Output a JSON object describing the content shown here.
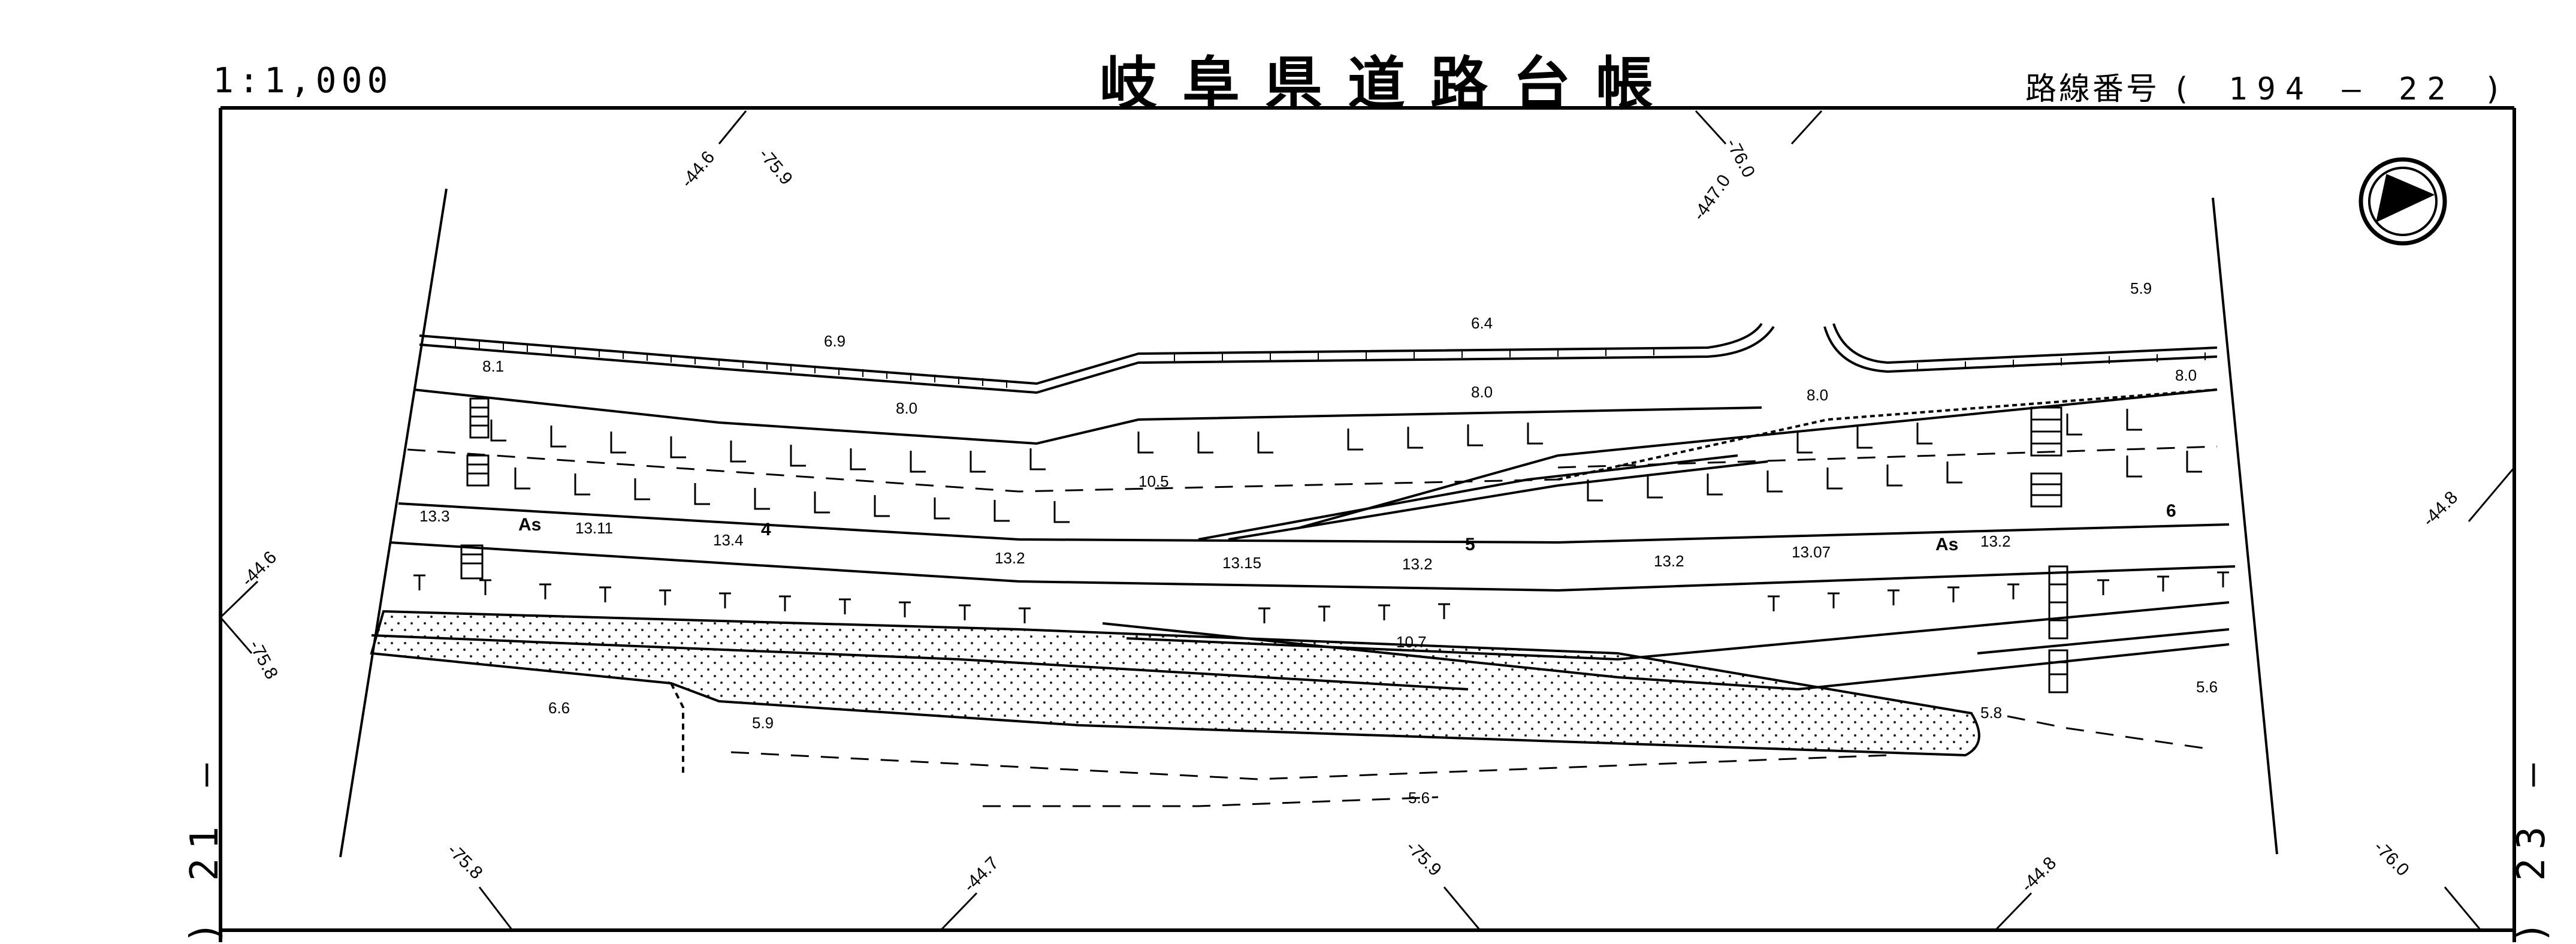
{
  "header": {
    "scale": "1:1,000",
    "title": "岐阜県道路台帳",
    "route_label": "路線番号",
    "route_number": "( 194 — 22 )"
  },
  "edges": {
    "left_sheet": ") 21 —",
    "right_sheet": ") 23 —"
  },
  "grid_coords": [
    {
      "id": "top-1a",
      "text": "-44.6"
    },
    {
      "id": "top-1b",
      "text": "-75.9"
    },
    {
      "id": "top-2a",
      "text": "-76.0"
    },
    {
      "id": "top-2b",
      "text": "-447.0"
    },
    {
      "id": "left-a",
      "text": "-44.6"
    },
    {
      "id": "left-b",
      "text": "-75.8"
    },
    {
      "id": "right-a",
      "text": "-44.8"
    },
    {
      "id": "bot-1",
      "text": "-75.8"
    },
    {
      "id": "bot-2",
      "text": "-44.7"
    },
    {
      "id": "bot-3",
      "text": "-75.9"
    },
    {
      "id": "bot-4",
      "text": "-44.8"
    },
    {
      "id": "bot-5",
      "text": "-76.0"
    }
  ],
  "elevations": [
    {
      "id": "e1",
      "text": "8.1"
    },
    {
      "id": "e2",
      "text": "6.9"
    },
    {
      "id": "e3",
      "text": "6.4"
    },
    {
      "id": "e4",
      "text": "5.9"
    },
    {
      "id": "e5",
      "text": "8.0"
    },
    {
      "id": "e6",
      "text": "8.0"
    },
    {
      "id": "e7",
      "text": "8.0"
    },
    {
      "id": "e8",
      "text": "8.0"
    },
    {
      "id": "e9",
      "text": "10.5"
    },
    {
      "id": "e10",
      "text": "13.3"
    },
    {
      "id": "e11",
      "text": "13.11"
    },
    {
      "id": "e12",
      "text": "13.4"
    },
    {
      "id": "e13",
      "text": "13.2"
    },
    {
      "id": "e14",
      "text": "13.15"
    },
    {
      "id": "e15",
      "text": "13.2"
    },
    {
      "id": "e16",
      "text": "13.2"
    },
    {
      "id": "e17",
      "text": "13.07"
    },
    {
      "id": "e18",
      "text": "13.2"
    },
    {
      "id": "e19",
      "text": "10.7"
    },
    {
      "id": "e20",
      "text": "6.6"
    },
    {
      "id": "e21",
      "text": "5.9"
    },
    {
      "id": "e22",
      "text": "5.6"
    },
    {
      "id": "e23",
      "text": "5.8"
    },
    {
      "id": "e24",
      "text": "5.6"
    }
  ],
  "labels": {
    "as1": "As",
    "as2": "As",
    "sta4": "4",
    "sta5": "5",
    "sta6": "6"
  }
}
